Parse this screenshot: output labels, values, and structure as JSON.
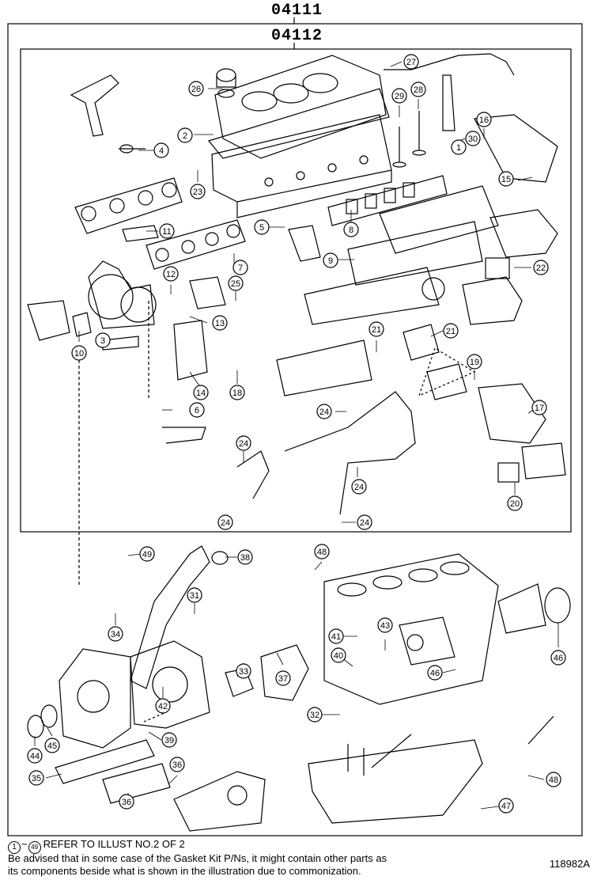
{
  "outer_kit_number": "04111",
  "inner_kit_number": "04112",
  "callouts": [
    "1",
    "2",
    "3",
    "4",
    "5",
    "6",
    "7",
    "8",
    "9",
    "10",
    "11",
    "12",
    "13",
    "14",
    "15",
    "16",
    "17",
    "18",
    "19",
    "20",
    "21",
    "21",
    "22",
    "23",
    "24",
    "24",
    "24",
    "24",
    "24",
    "25",
    "26",
    "27",
    "28",
    "29",
    "30",
    "31",
    "32",
    "33",
    "34",
    "35",
    "36",
    "36",
    "37",
    "38",
    "39",
    "40",
    "41",
    "42",
    "43",
    "44",
    "45",
    "46",
    "46",
    "47",
    "48",
    "48",
    "49"
  ],
  "footnote": {
    "range_from": "1",
    "range_tilde": "~",
    "range_to": "49",
    "refer_text": "REFER TO ILLUST NO.2 OF 2",
    "line1": "Be advised that in some case of the Gasket Kit P/Ns,  it might contain other parts as",
    "line2": "its components beside what is shown in the illustration due to commonization."
  },
  "figure_id": "118982A"
}
